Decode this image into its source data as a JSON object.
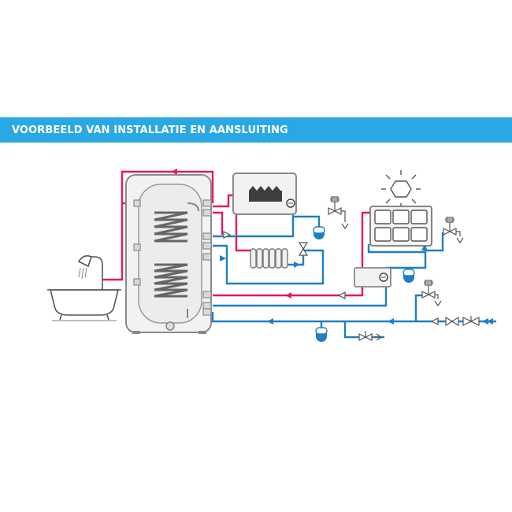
{
  "header": {
    "title": "VOORBEELD VAN INSTALLATIE EN AANSLUITING",
    "background_color": "#29a8e4",
    "text_color": "#ffffff"
  },
  "diagram": {
    "colors": {
      "hot_water": "#e5195e",
      "cold_water": "#1f7fc4",
      "outline": "#8a8a8a",
      "tank_fill": "#f1f1f1",
      "dark": "#444444"
    },
    "components": [
      {
        "name": "bathtub-with-shower",
        "icon": "bathtub-icon"
      },
      {
        "name": "twin-coil-storage-tank",
        "icon": "boiler-tank-icon"
      },
      {
        "name": "heating-boiler",
        "icon": "boiler-icon"
      },
      {
        "name": "radiator",
        "icon": "radiator-icon"
      },
      {
        "name": "solar-panel",
        "icon": "solar-panel-icon"
      },
      {
        "name": "sun",
        "icon": "sun-icon"
      },
      {
        "name": "solar-pump-station",
        "icon": "pump-station-icon"
      },
      {
        "name": "expansion-vessel",
        "icon": "expansion-vessel-icon"
      },
      {
        "name": "safety-valve",
        "icon": "safety-valve-icon"
      },
      {
        "name": "shut-off-valve",
        "icon": "valve-icon"
      },
      {
        "name": "check-valve",
        "icon": "check-valve-icon"
      }
    ]
  }
}
